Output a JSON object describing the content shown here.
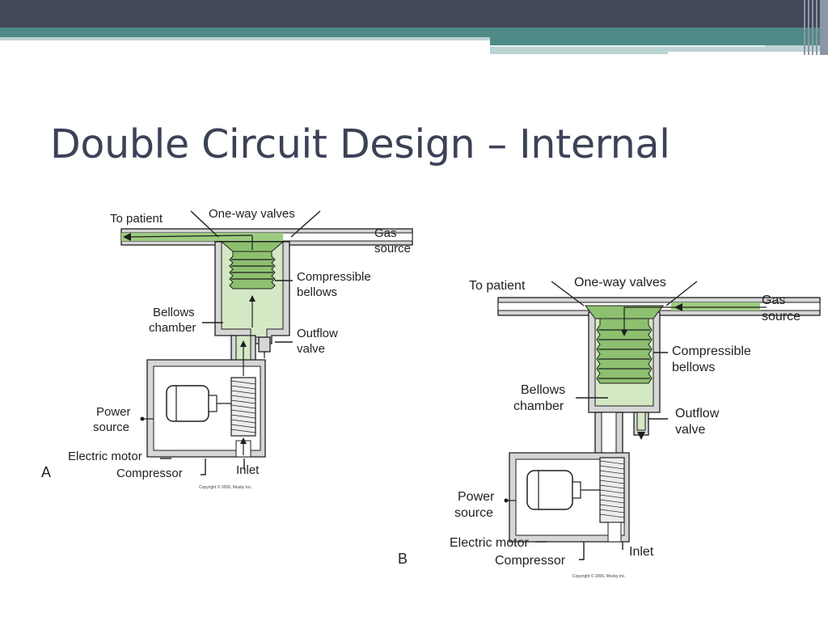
{
  "slide": {
    "title": "Double Circuit Design – Internal"
  },
  "theme": {
    "banner_dark": "#43475a",
    "banner_teal": "#4f8a86",
    "banner_light": "#bcd3d3",
    "title_color": "#3c4256",
    "gas_light": "#d4e8c4",
    "gas_dark": "#8dc06f",
    "wall_gray": "#d6d6d6"
  },
  "diagram_a": {
    "panel_label": "A",
    "labels": {
      "to_patient": "To patient",
      "one_way_valves": "One-way valves",
      "gas_source_1": "Gas",
      "gas_source_2": "source",
      "compressible_1": "Compressible",
      "compressible_2": "bellows",
      "bellows_chamber_1": "Bellows",
      "bellows_chamber_2": "chamber",
      "outflow_1": "Outflow",
      "outflow_2": "valve",
      "power_1": "Power",
      "power_2": "source",
      "electric_motor": "Electric motor",
      "compressor": "Compressor",
      "inlet": "Inlet"
    },
    "copyright": "Copyright © 2006, Mosby Inc."
  },
  "diagram_b": {
    "panel_label": "B",
    "labels": {
      "to_patient": "To patient",
      "one_way_valves": "One-way valves",
      "gas_source_1": "Gas",
      "gas_source_2": "source",
      "compressible_1": "Compressible",
      "compressible_2": "bellows",
      "bellows_chamber_1": "Bellows",
      "bellows_chamber_2": "chamber",
      "outflow_1": "Outflow",
      "outflow_2": "valve",
      "power_1": "Power",
      "power_2": "source",
      "electric_motor": "Electric motor",
      "compressor": "Compressor",
      "inlet": "Inlet"
    },
    "copyright": "Copyright © 2006, Mosby Inc."
  }
}
